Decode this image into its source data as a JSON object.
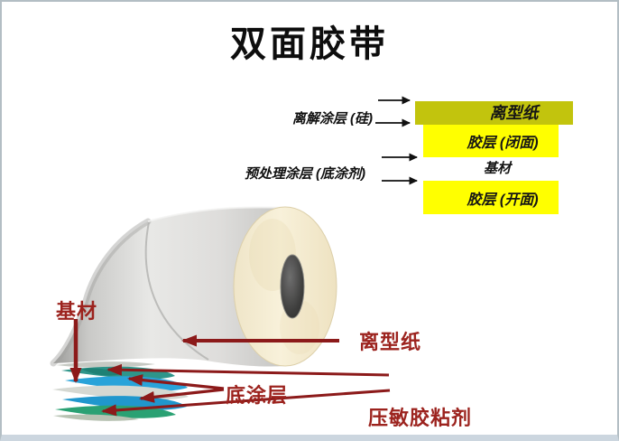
{
  "title": "双面胶带",
  "stack": {
    "layers": [
      {
        "name": "release-paper",
        "label": "离型纸",
        "color": "#c2c40d"
      },
      {
        "name": "adhesive-closed",
        "label": "胶层 (闭面)",
        "color": "#ffff00"
      },
      {
        "name": "substrate",
        "label": "基材",
        "color": "#ffffff"
      },
      {
        "name": "adhesive-open",
        "label": "胶层 (开面)",
        "color": "#ffff00"
      }
    ],
    "left_labels": [
      {
        "text": "离解涂层 (硅)"
      },
      {
        "text": "预处理涂层 (底涂剂)"
      }
    ]
  },
  "roll_labels": {
    "substrate": "基材",
    "release_paper": "离型纸",
    "primer": "底涂层",
    "psa": "压敏胶粘剂"
  },
  "colors": {
    "adhesive_yellow": "#ffff00",
    "release_olive": "#c2c40d",
    "label_red": "#9c231e",
    "arrow_red": "#8c1a1a",
    "arrow_black": "#111111",
    "roll_face_cream": "#f6ecd2",
    "roll_body_gray": "#d9d9d7",
    "fan_layer_teal": "#2e958a",
    "fan_layer_blue": "#29a3d9",
    "fan_layer_substrate_gray": "#d5d8d2",
    "fan_layer_green": "#2aa173",
    "slide_border": "#b3bec4",
    "slide_border_bottom": "#ccd6df"
  }
}
